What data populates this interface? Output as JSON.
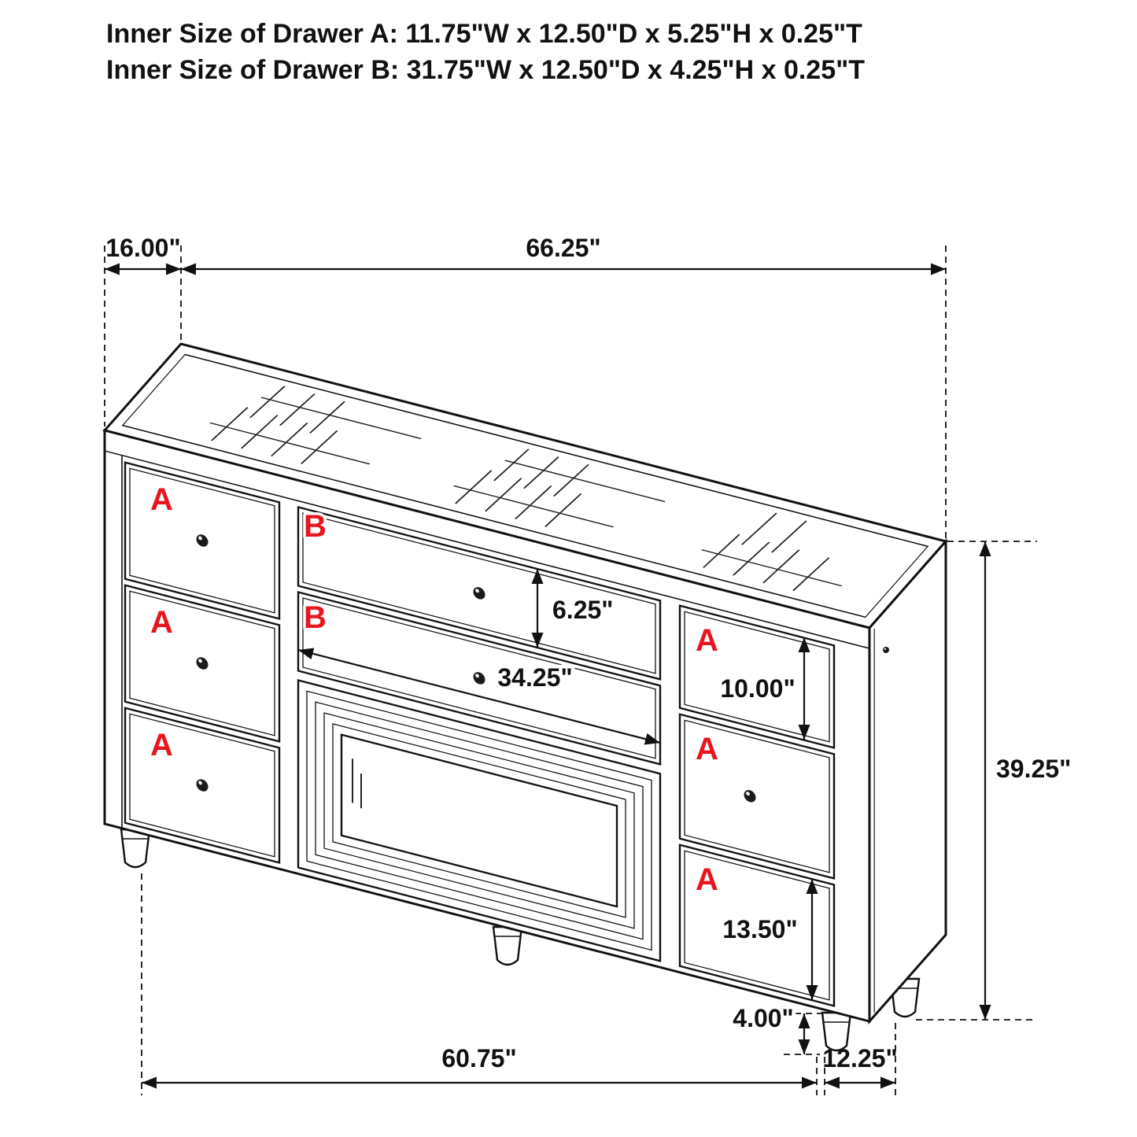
{
  "title": {
    "line1": "Inner Size of Drawer A: 11.75\"W x 12.50\"D x 5.25\"H x 0.25\"T",
    "line2": "Inner Size of Drawer B: 31.75\"W x 12.50\"D x 4.25\"H x 0.25\"T"
  },
  "labels": {
    "drawer_a": "A",
    "drawer_b": "B"
  },
  "dims": {
    "top_depth": "16.00\"",
    "top_width": "66.25\"",
    "drawer_b_height": "6.25\"",
    "drawer_b_width": "34.25\"",
    "right_drawer_top_height": "10.00\"",
    "overall_height": "39.25\"",
    "right_drawer_bottom_height": "13.50\"",
    "foot_height": "4.00\"",
    "base_width": "60.75\"",
    "base_depth": "12.25\""
  },
  "colors": {
    "ink": "#111111",
    "red": "#e8151e",
    "bg": "#ffffff"
  }
}
